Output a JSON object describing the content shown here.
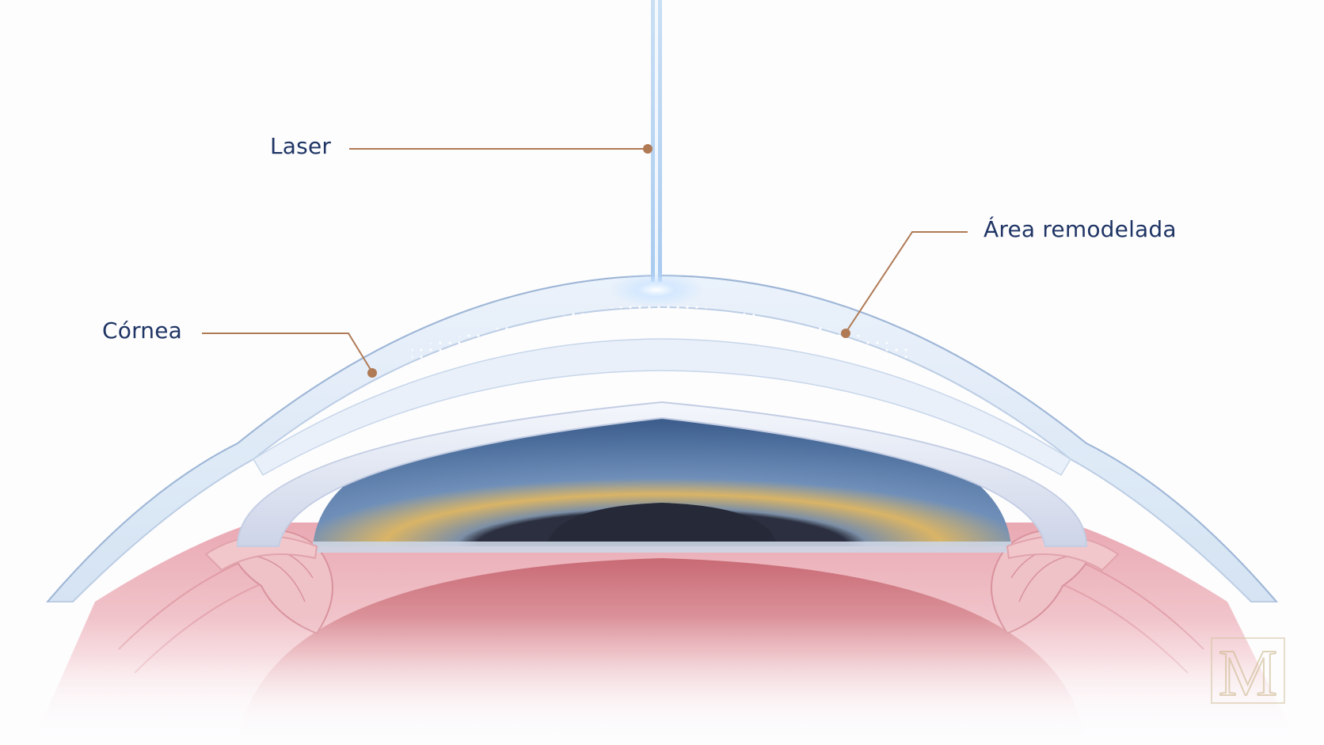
{
  "labels": {
    "laser": "Laser",
    "cornea": "Córnea",
    "remodeled_area": "Área remodelada"
  },
  "watermark": {
    "letter": "M"
  },
  "colors": {
    "label_text": "#1f3564",
    "leader_line": "#b07a55",
    "laser_beam": "#b9d4f0",
    "cornea": "#dbe8f6",
    "iris": "#5d7faa",
    "iris_ring": "#d9b466",
    "sclera_tissue": "#e7aab3"
  }
}
